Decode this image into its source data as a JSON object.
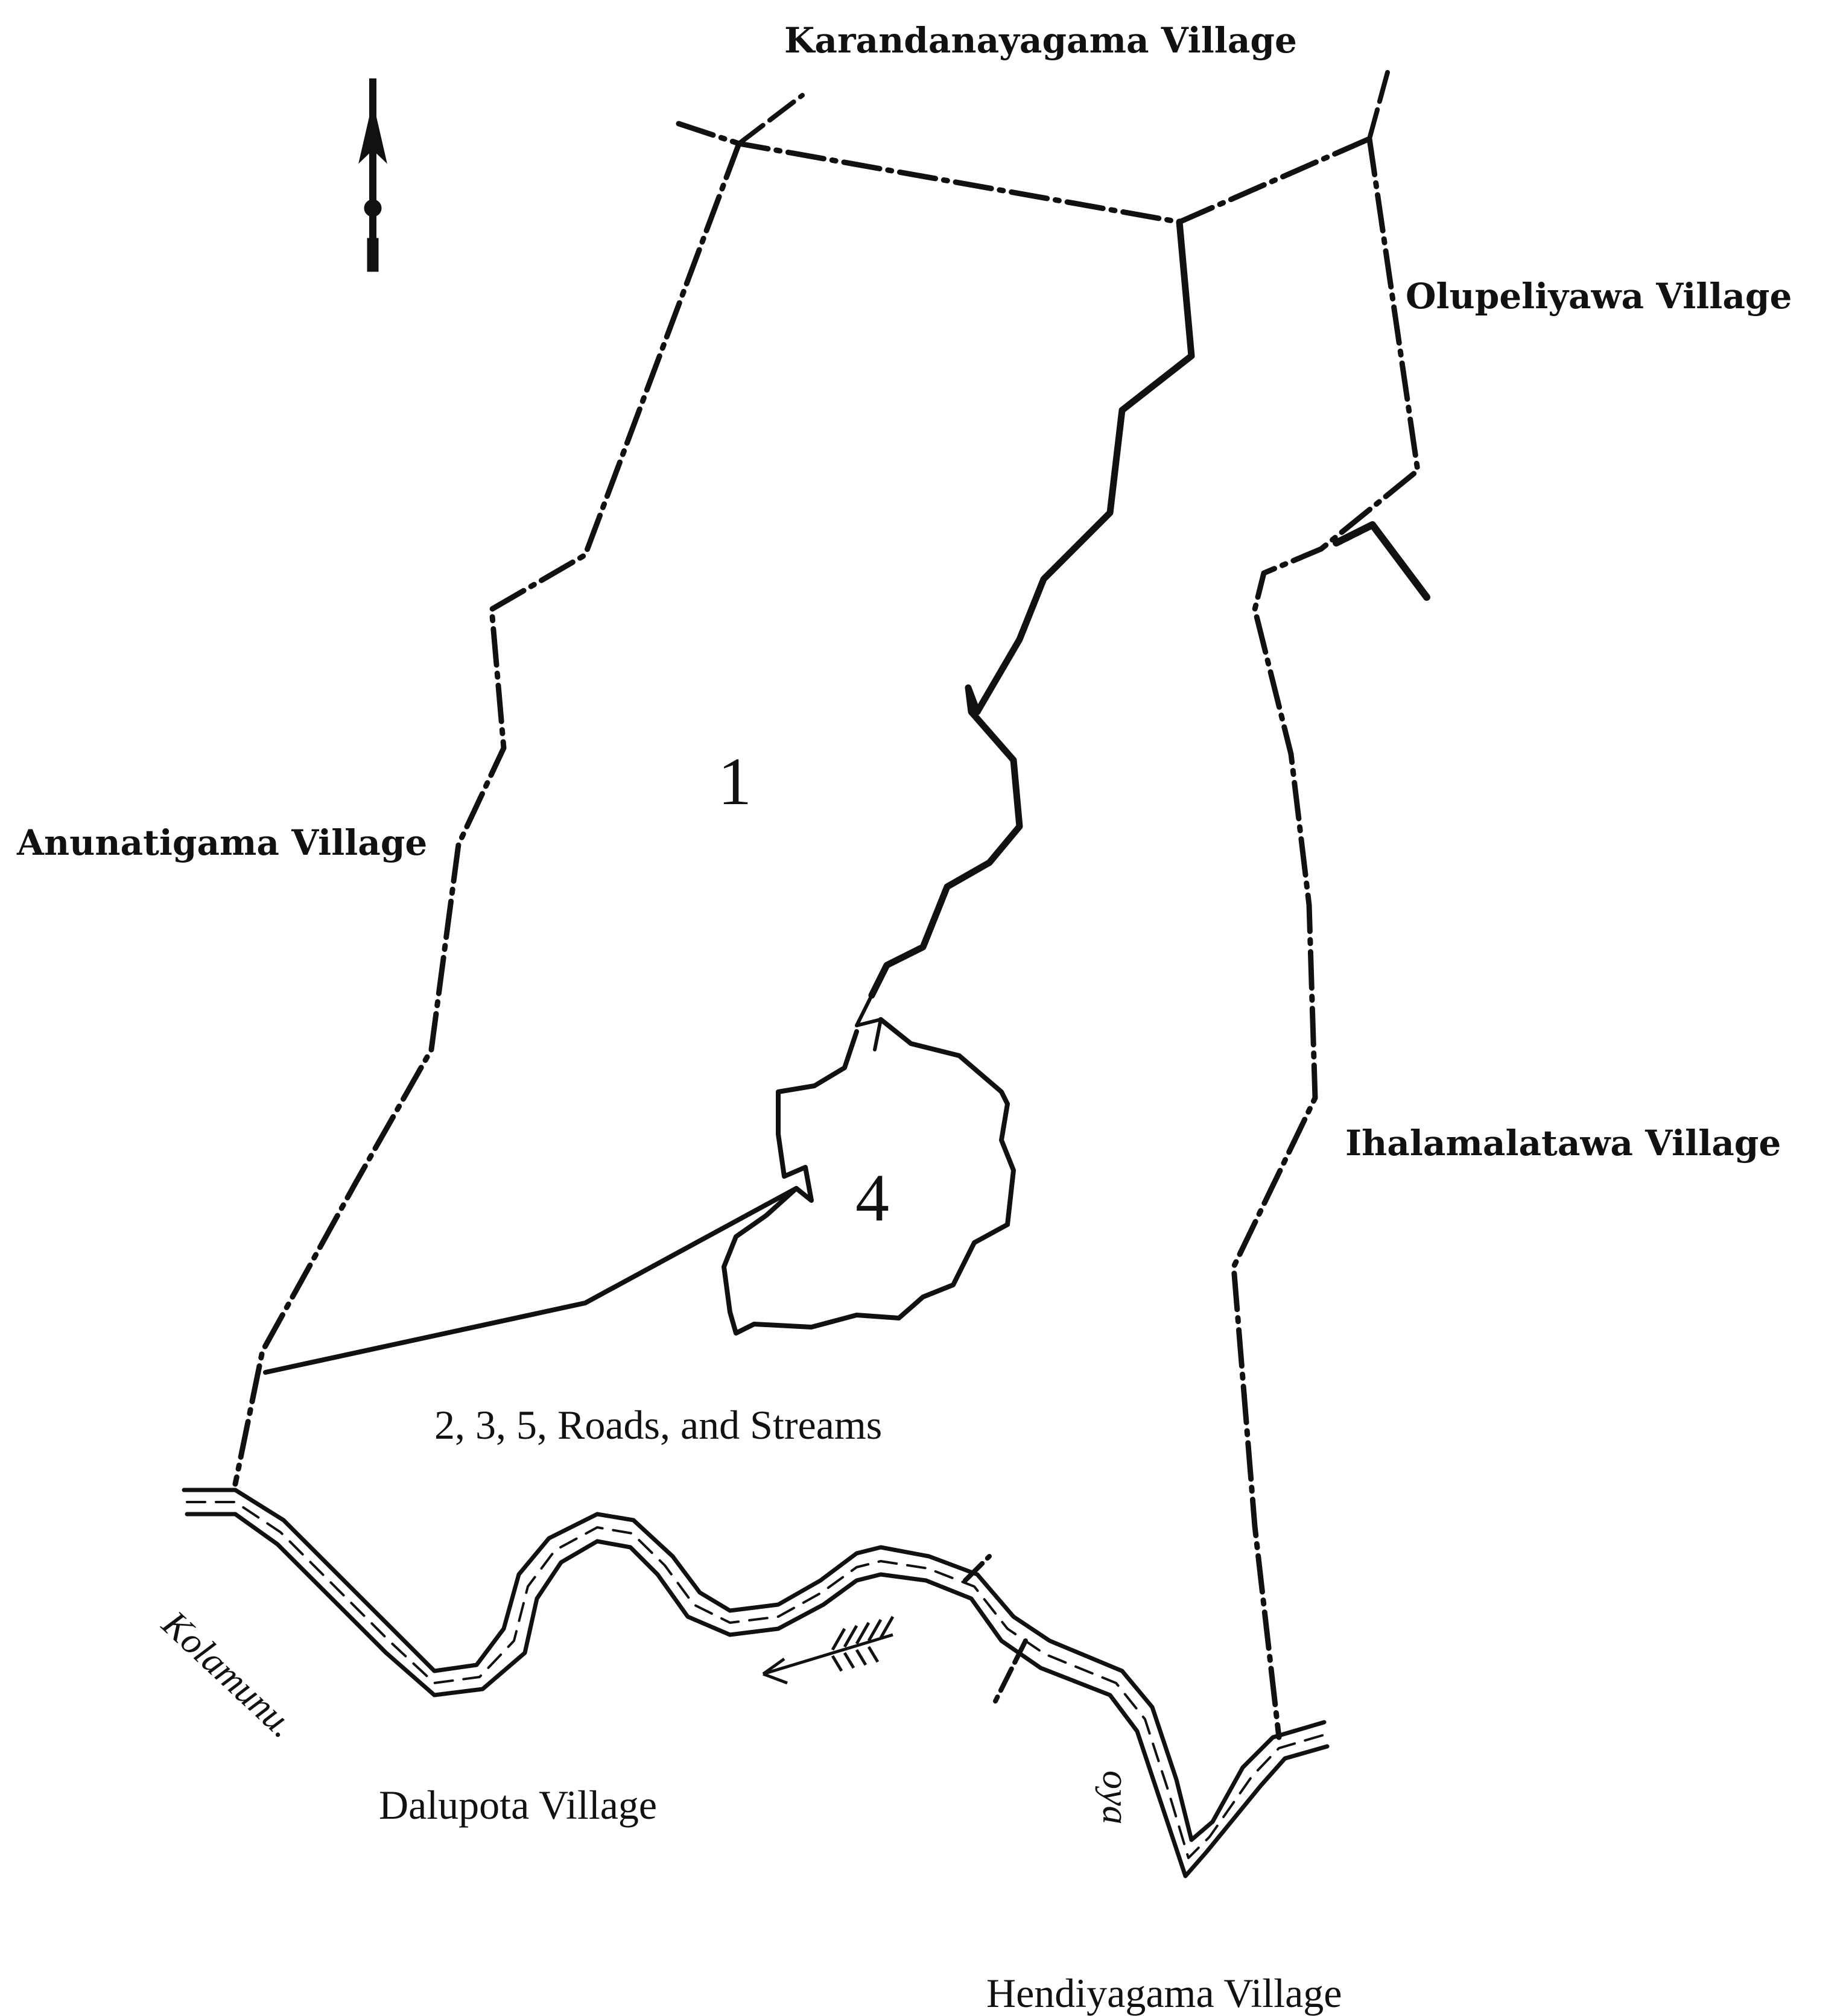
{
  "map": {
    "villages": {
      "north": "Karandanayagama Village",
      "north_east": "Olupeliyawa Village",
      "west": "Anunatigama Village",
      "east": "Ihalamalatawa Village",
      "south": "Dalupota Village",
      "south_east": "Hendiyagama Village"
    },
    "lots": {
      "lot_1": "1",
      "lot_4": "4",
      "lot_rest": "2, 3, 5, Roads, and Streams"
    },
    "river": {
      "name_part1": "Kolamunu.",
      "name_part2": "oya"
    },
    "colors": {
      "ink": "#111111",
      "paper": "#ffffff"
    },
    "icons": [
      "north-arrow-icon",
      "flow-arrow-icon"
    ]
  }
}
